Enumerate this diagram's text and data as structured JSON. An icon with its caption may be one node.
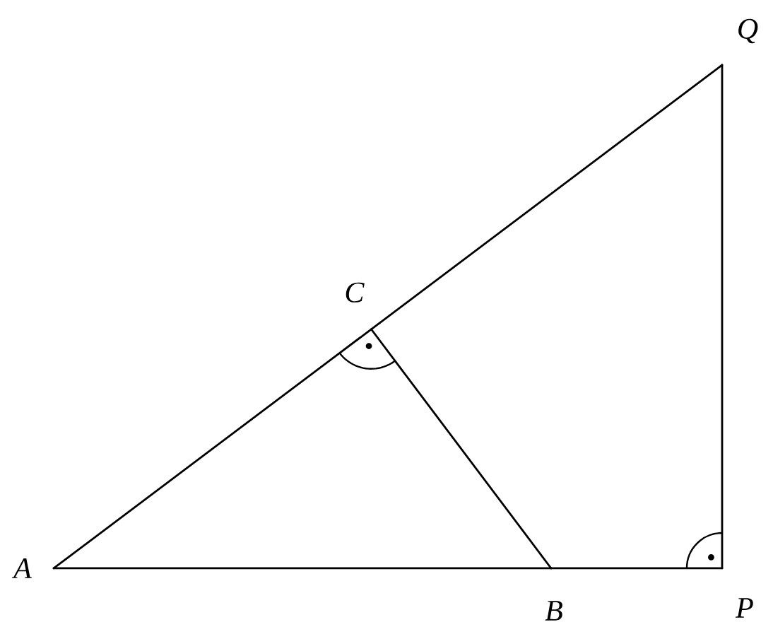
{
  "diagram": {
    "nodes": [
      {
        "text": [
          "A"
        ]
      },
      {
        "text": [
          "B"
        ]
      },
      {
        "text": [
          "P"
        ]
      },
      {
        "text": [
          "Q"
        ]
      },
      {
        "text": [
          "C"
        ]
      }
    ],
    "edges": [
      {
        "from": 0,
        "to": 1,
        "arrow": "none"
      },
      {
        "from": 1,
        "to": 2,
        "arrow": "none"
      },
      {
        "from": 2,
        "to": 3,
        "arrow": "none"
      },
      {
        "from": 3,
        "to": 4,
        "arrow": "none"
      },
      {
        "from": 4,
        "to": 0,
        "arrow": "none"
      },
      {
        "from": 4,
        "to": 1,
        "arrow": "none"
      }
    ]
  }
}
